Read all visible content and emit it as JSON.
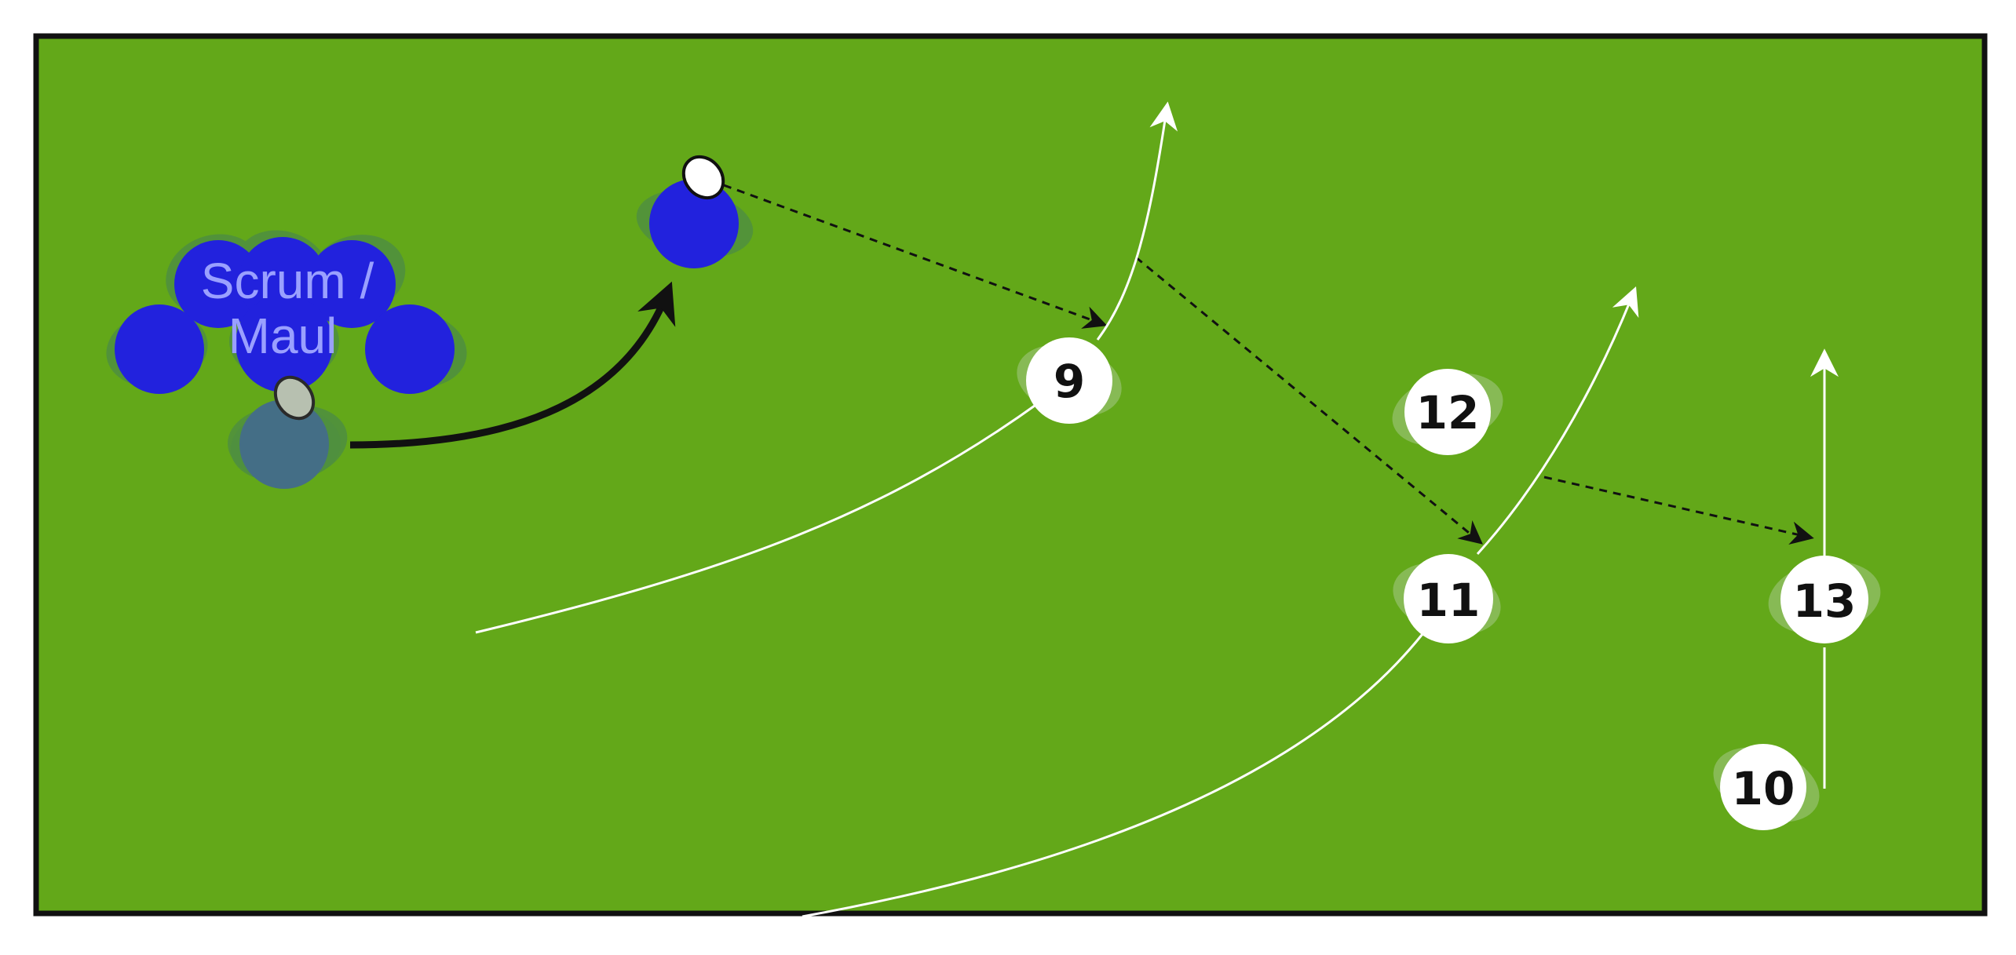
{
  "diagram": {
    "colors": {
      "field": "#63a819",
      "field_border": "#111111",
      "defender": "#2222dd",
      "scrum_half": "#446e86",
      "shadow": "#4f8f40",
      "attacker_fill": "#ffffff",
      "attacker_text": "#111111",
      "run_line": "#ffffff",
      "pass_line": "#111111",
      "scrum_label": "#9aa0ff",
      "ball": "#ffffff"
    },
    "scrum_label": {
      "line1": "Scrum /",
      "line2": "Maul"
    },
    "attackers": [
      {
        "number": "9"
      },
      {
        "number": "12"
      },
      {
        "number": "11"
      },
      {
        "number": "13"
      },
      {
        "number": "10"
      }
    ]
  }
}
